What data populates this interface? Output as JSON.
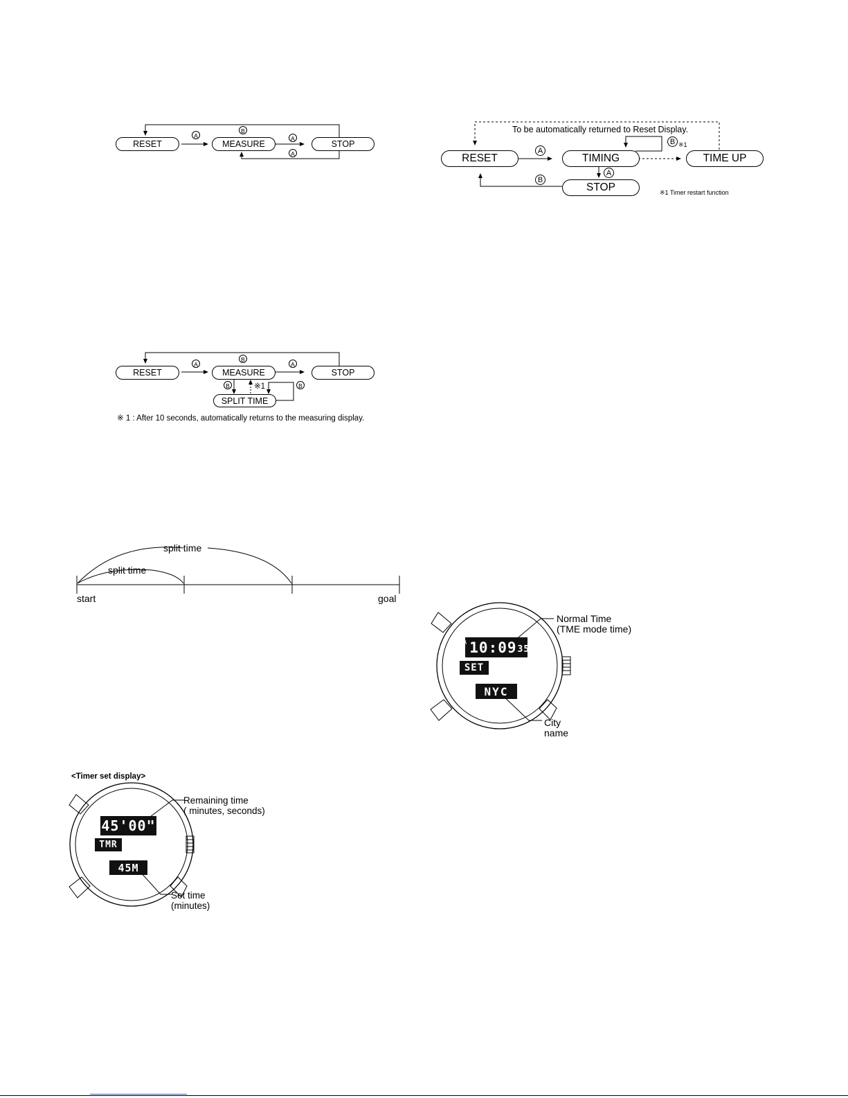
{
  "flow1": {
    "reset": "RESET",
    "measure": "MEASURE",
    "stop": "STOP",
    "btn_a": "A",
    "btn_b": "B"
  },
  "flow2": {
    "reset": "RESET",
    "measure": "MEASURE",
    "stop": "STOP",
    "split": "SPLIT TIME",
    "btn_a": "A",
    "btn_b": "B",
    "mark": "※1",
    "footnote": "※ 1 : After 10 seconds, automatically returns to the measuring display."
  },
  "flow3": {
    "auto_return": "To be automatically returned to Reset Display.",
    "reset": "RESET",
    "timing": "TIMING",
    "time_up": "TIME UP",
    "stop": "STOP",
    "btn_a": "A",
    "btn_b": "B",
    "mark": "※1",
    "footnote": "※1 Timer restart function"
  },
  "split_diagram": {
    "label_long": "split time",
    "label_short": "split time",
    "start": "start",
    "goal": "goal"
  },
  "watch_time": {
    "lcd_top_prefix": "A",
    "lcd_top": "10:09",
    "lcd_top_sec": "35",
    "lcd_mid": "SET",
    "lcd_bot": "NYC",
    "label_normal_1": "Normal Time",
    "label_normal_2": "(TME mode time)",
    "label_city_1": "City",
    "label_city_2": "name"
  },
  "watch_timer": {
    "heading": "<Timer set display>",
    "lcd_top": "45'00\"",
    "lcd_mid": "TMR",
    "lcd_bot": "45M",
    "label_remaining_1": "Remaining time",
    "label_remaining_2": "( minutes, seconds)",
    "label_set_1": "Set time",
    "label_set_2": "(minutes)"
  }
}
